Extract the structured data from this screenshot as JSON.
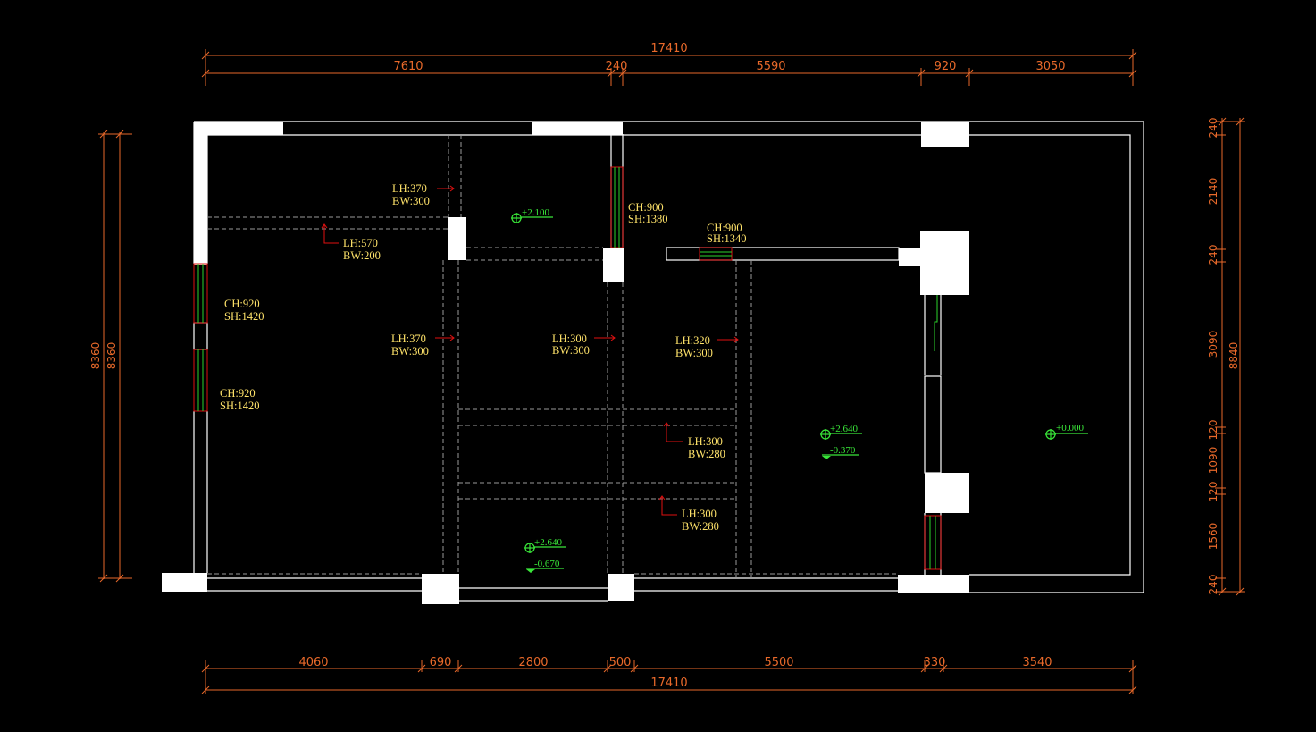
{
  "dimensions": {
    "top_total": "17410",
    "top_segments": [
      "7610",
      "240",
      "5590",
      "920",
      "3050"
    ],
    "bottom_total": "17410",
    "bottom_segments": [
      "4060",
      "690",
      "2800",
      "500",
      "5500",
      "330",
      "3540"
    ],
    "left_outer": "8360",
    "left_inner": "8360",
    "right_total": "8840",
    "right_segments": [
      "240",
      "2140",
      "240",
      "3090",
      "120",
      "1090",
      "120",
      "1560",
      "240"
    ]
  },
  "annotations": {
    "beam_a": {
      "lh": "LH:370",
      "bw": "BW:300"
    },
    "beam_b": {
      "lh": "LH:570",
      "bw": "BW:200"
    },
    "beam_c": {
      "lh": "LH:370",
      "bw": "BW:300"
    },
    "beam_d": {
      "lh": "LH:300",
      "bw": "BW:300"
    },
    "beam_e": {
      "lh": "LH:320",
      "bw": "BW:300"
    },
    "beam_f": {
      "lh": "LH:300",
      "bw": "BW:280"
    },
    "beam_g": {
      "lh": "LH:300",
      "bw": "BW:280"
    },
    "window_a": {
      "ch": "CH:900",
      "sh": "SH:1380"
    },
    "window_b": {
      "ch": "CH:900",
      "sh": "SH:1340"
    },
    "window_c": {
      "ch": "CH:920",
      "sh": "SH:1420"
    },
    "window_d": {
      "ch": "CH:920",
      "sh": "SH:1420"
    }
  },
  "levels": {
    "level_1": "+2.100",
    "level_2": "+2.640",
    "level_2_sub": "-0.370",
    "level_3": "+2.640",
    "level_3_sub": "-0.670",
    "level_4": "+0.000"
  },
  "colors": {
    "background": "#000000",
    "dimension": "#e8692a",
    "annotation": "#ffe36a",
    "level": "#39e639",
    "wall": "#ffffff",
    "window_red": "#e01010",
    "window_green": "#2cd42c"
  }
}
